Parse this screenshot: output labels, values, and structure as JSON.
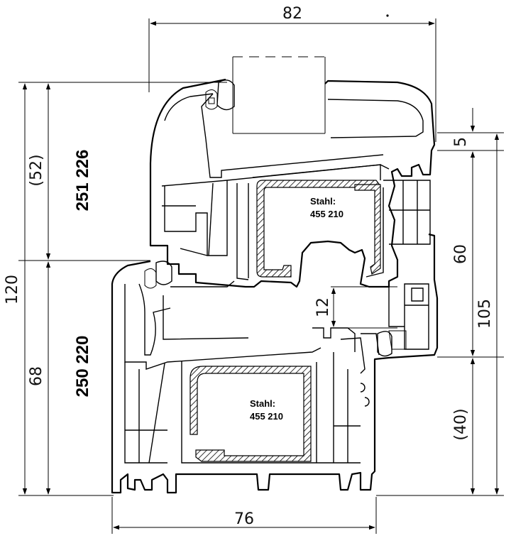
{
  "dimensions": {
    "top_width": "82",
    "bottom_width": "76",
    "total_height": "120",
    "sash_height": "(52)",
    "frame_height": "68",
    "right_height": "105",
    "gap_top": "5",
    "right_upper": "60",
    "right_lower": "(40)",
    "overlap": "12"
  },
  "profiles": {
    "sash_code": "251 226",
    "frame_code": "250 220"
  },
  "reinforcements": {
    "sash_steel_label": "Stahl:",
    "sash_steel_code": "455 210",
    "frame_steel_label": "Stahl:",
    "frame_steel_code": "455 210"
  },
  "colors": {
    "line": "#000000",
    "background": "#ffffff"
  }
}
